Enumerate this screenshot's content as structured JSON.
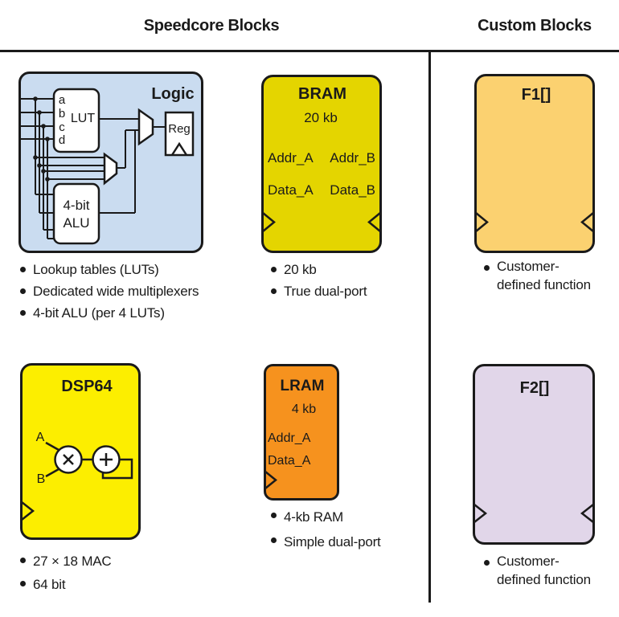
{
  "header": {
    "left_title": "Speedcore Blocks",
    "right_title": "Custom Blocks"
  },
  "colors": {
    "logic_fill": "#CADCF0",
    "bram_fill": "#E4D500",
    "dsp_fill": "#FCEE00",
    "lram_fill": "#F6921E",
    "f1_fill": "#FBD170",
    "f2_fill": "#E1D6E9",
    "line": "#1A1A1A"
  },
  "blocks": {
    "logic": {
      "title": "Logic",
      "lut_label": "LUT",
      "inputs": [
        "a",
        "b",
        "c",
        "d"
      ],
      "alu_line1": "4-bit",
      "alu_line2": "ALU",
      "reg_label": "Reg",
      "bullets": [
        "Lookup tables (LUTs)",
        "Dedicated wide multiplexers",
        "4-bit ALU (per 4 LUTs)"
      ]
    },
    "bram": {
      "title": "BRAM",
      "size": "20 kb",
      "port_addr_a": "Addr_A",
      "port_addr_b": "Addr_B",
      "port_data_a": "Data_A",
      "port_data_b": "Data_B",
      "bullets": [
        "20 kb",
        "True dual-port"
      ]
    },
    "f1": {
      "title": "F1[]",
      "bullet_lines": [
        "Customer-",
        "defined function"
      ]
    },
    "dsp": {
      "title": "DSP64",
      "input_a": "A",
      "input_b": "B",
      "bullets": [
        "27 × 18 MAC",
        "64 bit"
      ]
    },
    "lram": {
      "title": "LRAM",
      "size": "4 kb",
      "port_addr_a": "Addr_A",
      "port_data_a": "Data_A",
      "bullets": [
        "4-kb RAM",
        "Simple dual-port"
      ]
    },
    "f2": {
      "title": "F2[]",
      "bullet_lines": [
        "Customer-",
        "defined function"
      ]
    }
  }
}
